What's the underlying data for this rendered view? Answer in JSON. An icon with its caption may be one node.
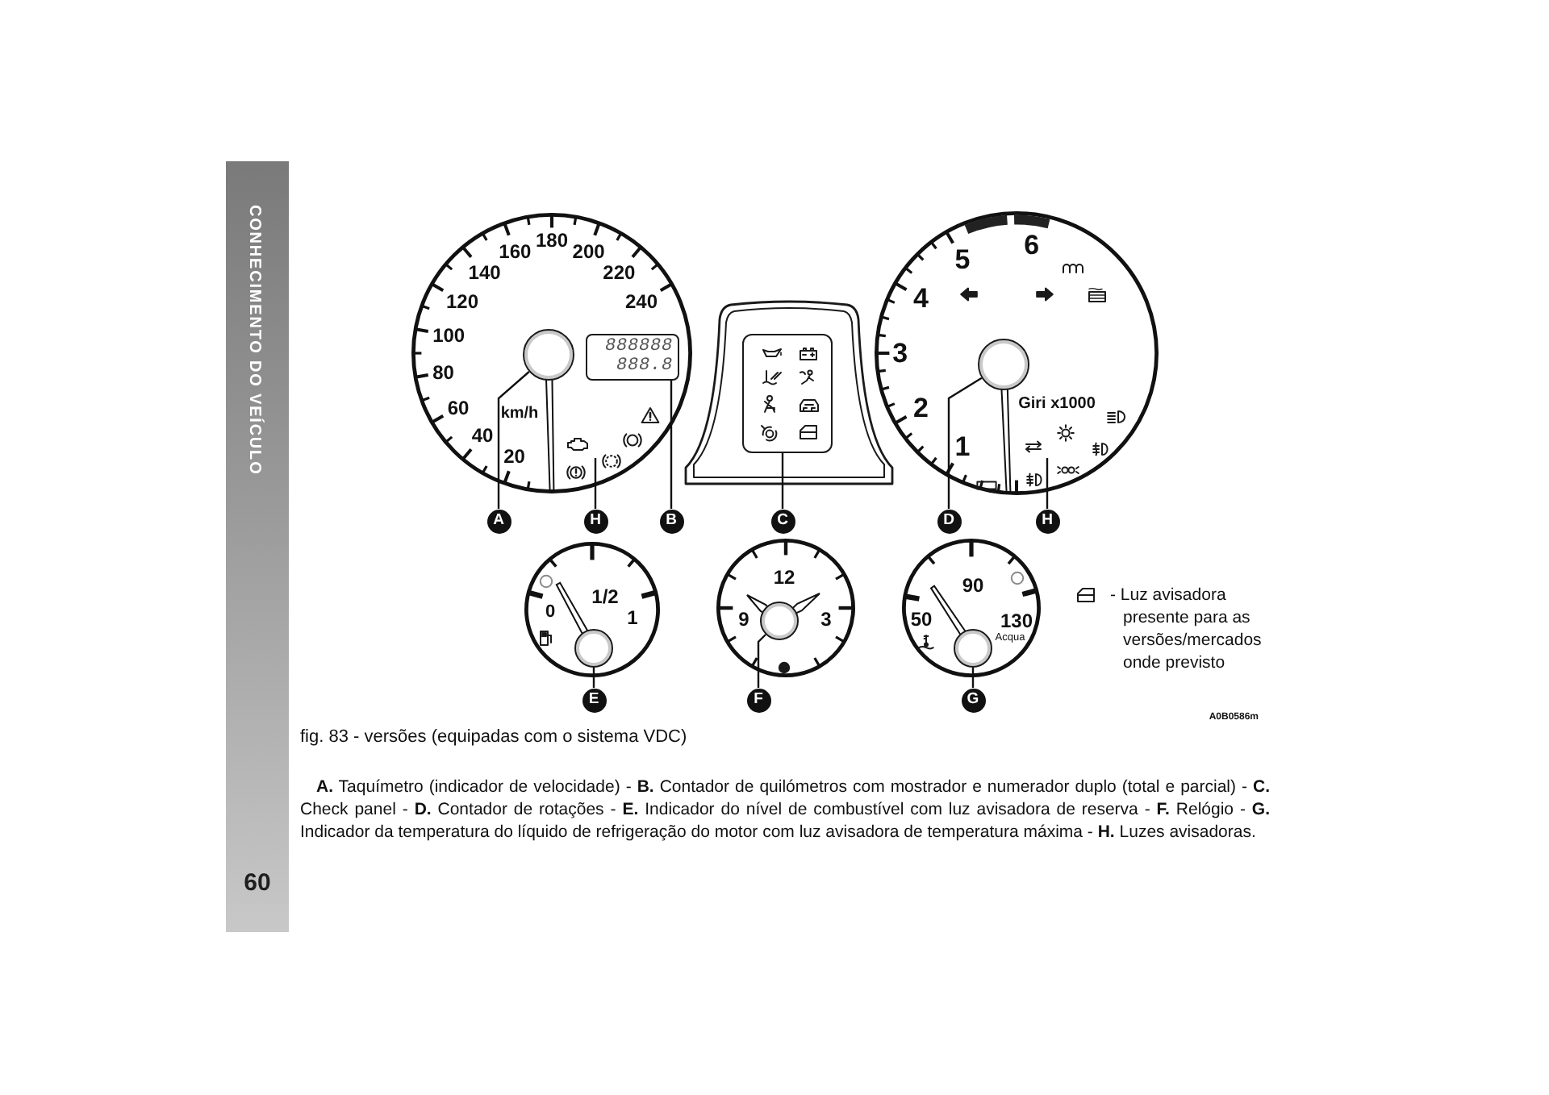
{
  "diagram": {
    "caption": "fig. 83 - versões (equipadas com o sistema VDC)",
    "nodes": [
      {
        "text": [
          "20",
          "40",
          "60",
          "80",
          "100",
          "120",
          "140",
          "160",
          "180",
          "200",
          "220",
          "240",
          "km/h"
        ]
      },
      {
        "text": [],
        "shape": "circle",
        "in": 0
      },
      {
        "text": [
          "888888",
          "888.8"
        ],
        "in": 0
      },
      {
        "text": [],
        "shape": "box"
      },
      {
        "text": [
          "1",
          "2",
          "3",
          "4",
          "5",
          "6",
          "Giri x1000"
        ]
      },
      {
        "text": [],
        "shape": "circle",
        "in": 4
      },
      {
        "text": [
          "A"
        ]
      },
      {
        "text": [
          "H"
        ]
      },
      {
        "text": [
          "B"
        ]
      },
      {
        "text": [
          "C"
        ]
      },
      {
        "text": [
          "D"
        ]
      },
      {
        "text": [
          "H"
        ]
      },
      {
        "text": [
          "0",
          "1/2",
          "1"
        ]
      },
      {
        "text": [],
        "shape": "circle",
        "in": 12
      },
      {
        "text": [
          "12",
          "9",
          "3"
        ]
      },
      {
        "text": [],
        "shape": "circle",
        "in": 14
      },
      {
        "text": [
          "50",
          "90",
          "130",
          "Acqua"
        ]
      },
      {
        "text": [],
        "shape": "circle",
        "in": 16
      },
      {
        "text": [
          "E"
        ]
      },
      {
        "text": [
          "F"
        ]
      },
      {
        "text": [
          "G"
        ]
      }
    ],
    "edges": [
      {
        "from": 6,
        "to": 1,
        "arrow": "none"
      },
      {
        "from": 7,
        "to": null,
        "arrow": "none"
      },
      {
        "from": 8,
        "to": 2,
        "arrow": "none"
      },
      {
        "from": 9,
        "to": 3,
        "arrow": "none"
      },
      {
        "from": 10,
        "to": 5,
        "arrow": "none"
      },
      {
        "from": 11,
        "to": null,
        "arrow": "none"
      },
      {
        "from": 18,
        "to": 13,
        "arrow": "none"
      },
      {
        "from": 19,
        "to": 15,
        "arrow": "none"
      },
      {
        "from": 20,
        "to": 17,
        "arrow": "none"
      }
    ],
    "labels": [
      "CONHECIMENTO DO VEÍCULO",
      "A0B0586m",
      "**A.** Taquímetro (indicador de velocidade) - **B.** Contador de quilómetros com mostrador e numerador duplo (total e parcial) - **C.** Check panel - **D.** Contador de rotações - **E.** Indicador do nível de combustível com luz avisadora de reserva - **F.** Relógio - **G.** Indicador da temperatura do líquido de refrigeração do motor com luz avisadora de temperatura máxima - **H.** Luzes avisadoras.",
      "60"
    ],
    "legend": [
      {
        "text": "- Luz avisadora presente para as versões/mercados onde previsto"
      }
    ]
  }
}
